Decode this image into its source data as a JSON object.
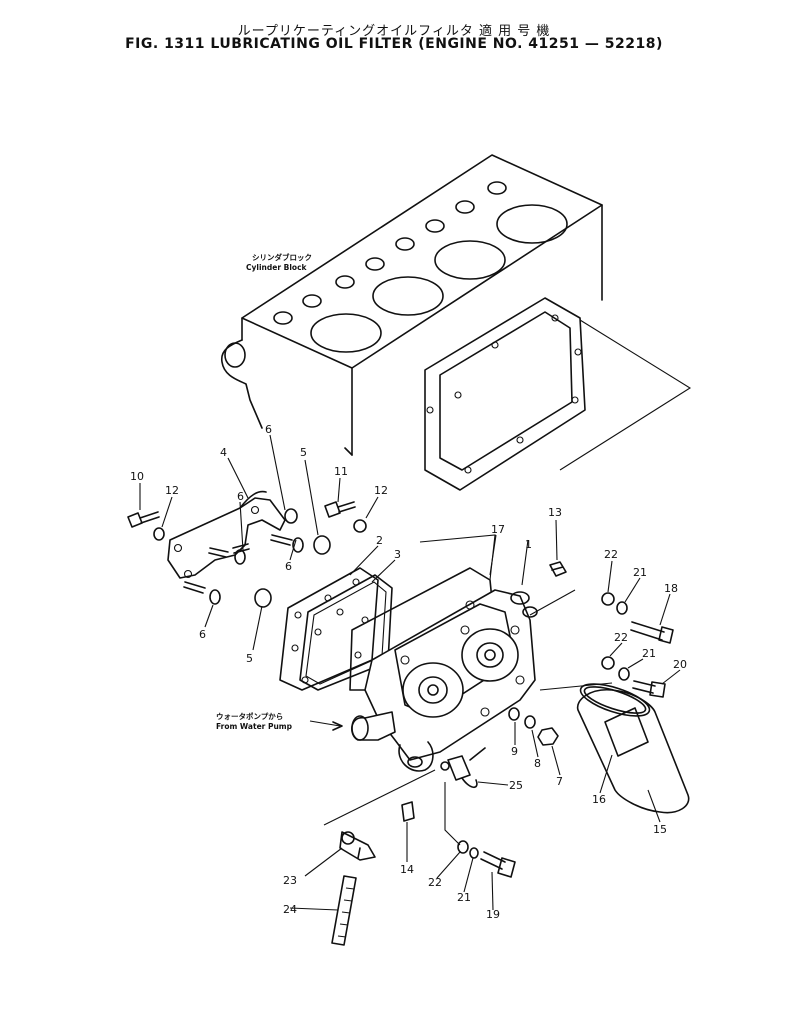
{
  "figure": {
    "title_jp": "ループリケーティングオイルフィルタ 適 用 号 機",
    "title_en": "FIG. 1311  LUBRICATING OIL FILTER (ENGINE NO. 41251 — 52218)"
  },
  "labels": {
    "cylinder_block_jp": "シリンダブロック",
    "cylinder_block_en": "Cylinder Block",
    "water_pump_jp": "ウォータポンプから",
    "water_pump_en": "From Water Pump"
  },
  "part_numbers": [
    "10",
    "12",
    "4",
    "6",
    "5",
    "11",
    "12",
    "6",
    "6",
    "2",
    "3",
    "6",
    "5",
    "17",
    "1",
    "13",
    "22",
    "21",
    "18",
    "22",
    "21",
    "20",
    "9",
    "8",
    "7",
    "16",
    "15",
    "25",
    "14",
    "23",
    "24",
    "22",
    "21",
    "19"
  ]
}
